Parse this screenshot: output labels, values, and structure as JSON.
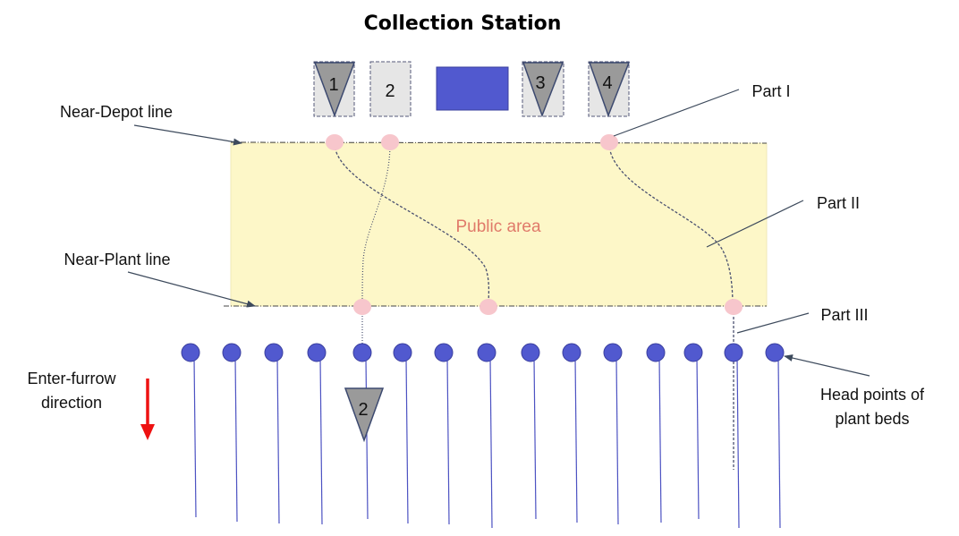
{
  "title": "Collection Station",
  "labels": {
    "near_depot": "Near-Depot line",
    "near_plant": "Near-Plant line",
    "public_area": "Public area",
    "part1": "Part I",
    "part2": "Part II",
    "part3": "Part III",
    "enter_furrow_1": "Enter-furrow",
    "enter_furrow_2": "direction",
    "head_points_1": "Head points of",
    "head_points_2": "plant beds"
  },
  "stations": [
    {
      "id": "1",
      "kind": "triangle"
    },
    {
      "id": "2",
      "kind": "empty"
    },
    {
      "id": "3",
      "kind": "triangle"
    },
    {
      "id": "4",
      "kind": "triangle"
    }
  ],
  "robot_label": "2",
  "plant_bed_count": 15,
  "colors": {
    "public_area_fill": "#fdf7c8",
    "bed_node": "#5159cf",
    "bed_line": "#4c52c2",
    "pink_node": "#f7c6cc",
    "depot_block": "#5159cf",
    "triangle": "#9a9a9a",
    "station_box": "#e6e6e6",
    "arrow": "#ee1111"
  }
}
